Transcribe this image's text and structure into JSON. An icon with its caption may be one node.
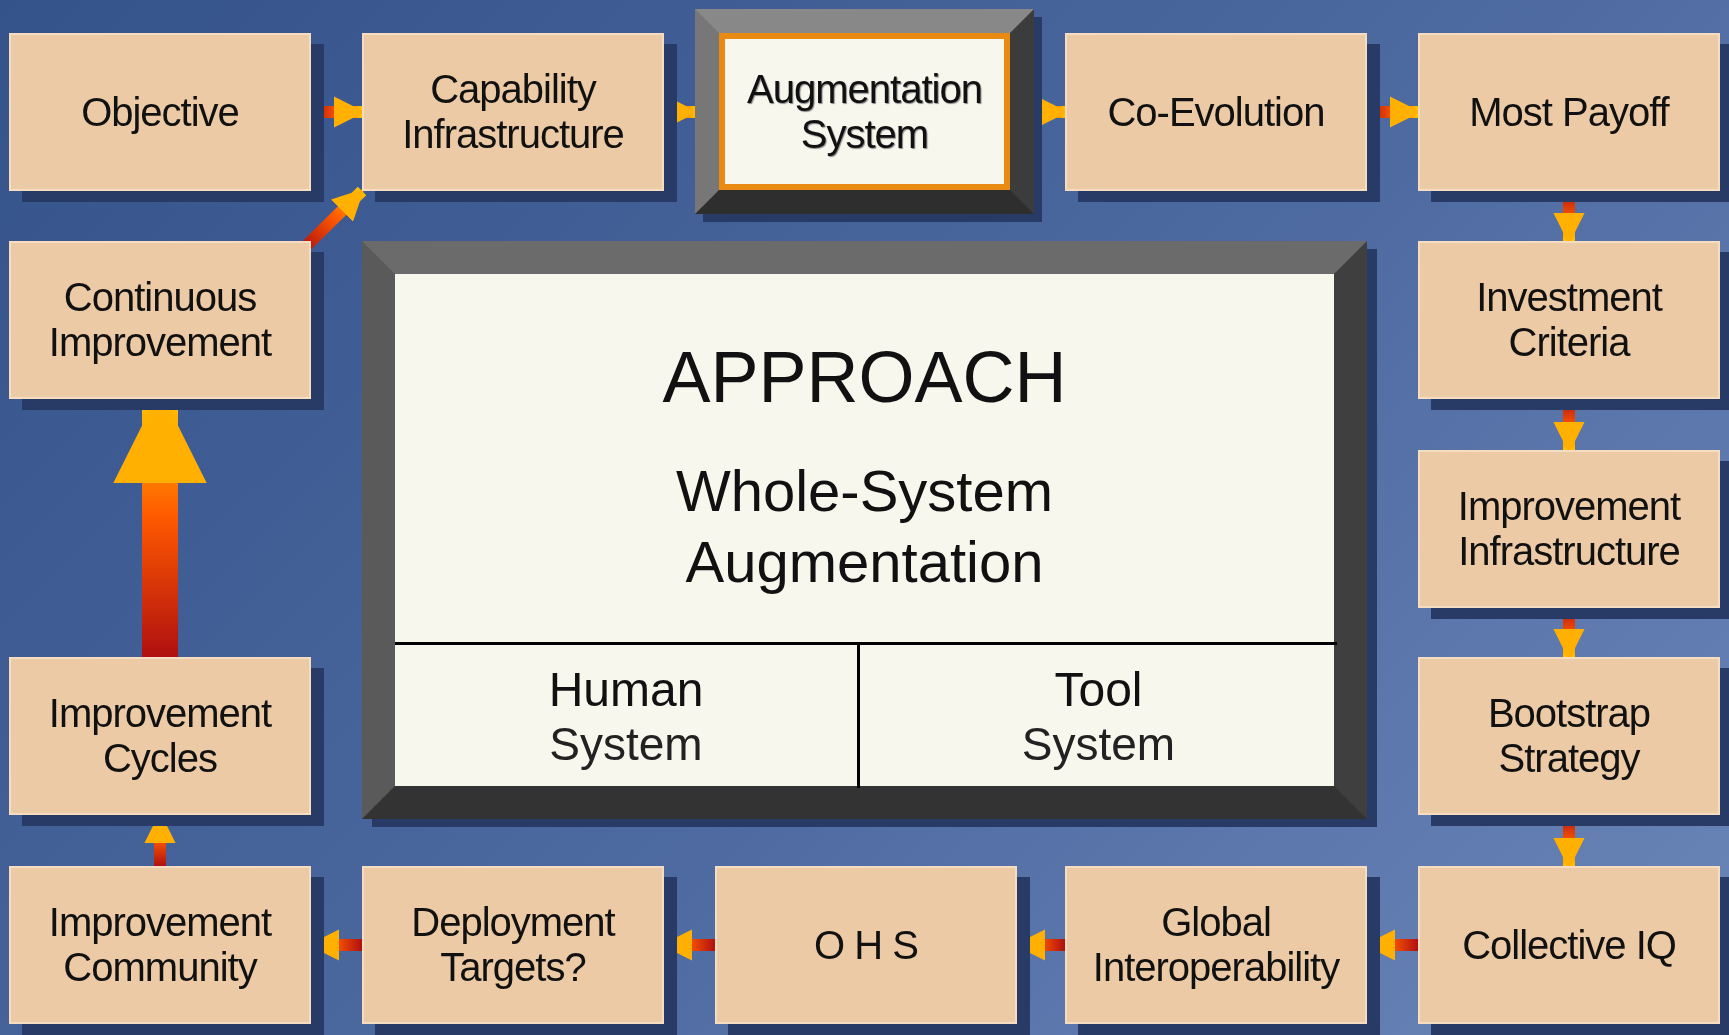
{
  "diagram": {
    "nodes": [
      {
        "text": [
          "Objective"
        ]
      },
      {
        "text": [
          "Capability Infrastructure"
        ]
      },
      {
        "text": [
          "Augmentation System"
        ]
      },
      {
        "text": [
          "Co-Evolution"
        ]
      },
      {
        "text": [
          "Most Payoff"
        ]
      },
      {
        "text": [
          "Investment Criteria"
        ]
      },
      {
        "text": [
          "Improvement Infrastructure"
        ]
      },
      {
        "text": [
          "Bootstrap Strategy"
        ]
      },
      {
        "text": [
          "Collective IQ"
        ]
      },
      {
        "text": [
          "Global Interoperability"
        ]
      },
      {
        "text": [
          "O H S"
        ]
      },
      {
        "text": [
          "Deployment Targets?"
        ]
      },
      {
        "text": [
          "Improvement Community"
        ]
      },
      {
        "text": [
          "Improvement Cycles"
        ]
      },
      {
        "text": [
          "Continuous Improvement"
        ]
      },
      {
        "text": [
          "APPROACH",
          "Whole-System Augmentation"
        ]
      },
      {
        "text": [
          "Human",
          "System"
        ],
        "in": 15
      },
      {
        "text": [
          "Tool",
          "System"
        ],
        "in": 15
      }
    ],
    "edges": [
      {
        "from": 0,
        "to": 1,
        "arrow": "to"
      },
      {
        "from": 1,
        "to": 2,
        "arrow": "to"
      },
      {
        "from": 2,
        "to": 3,
        "arrow": "to"
      },
      {
        "from": 3,
        "to": 4,
        "arrow": "to"
      },
      {
        "from": 4,
        "to": 5,
        "arrow": "to"
      },
      {
        "from": 5,
        "to": 6,
        "arrow": "to"
      },
      {
        "from": 6,
        "to": 7,
        "arrow": "to"
      },
      {
        "from": 7,
        "to": 8,
        "arrow": "to"
      },
      {
        "from": 8,
        "to": 9,
        "arrow": "to"
      },
      {
        "from": 9,
        "to": 10,
        "arrow": "to"
      },
      {
        "from": 10,
        "to": 11,
        "arrow": "to"
      },
      {
        "from": 11,
        "to": 12,
        "arrow": "to"
      },
      {
        "from": 12,
        "to": 13,
        "arrow": "to"
      },
      {
        "from": 13,
        "to": 14,
        "arrow": "to",
        "style": "thick"
      },
      {
        "from": 14,
        "to": 1,
        "arrow": "to"
      }
    ]
  }
}
